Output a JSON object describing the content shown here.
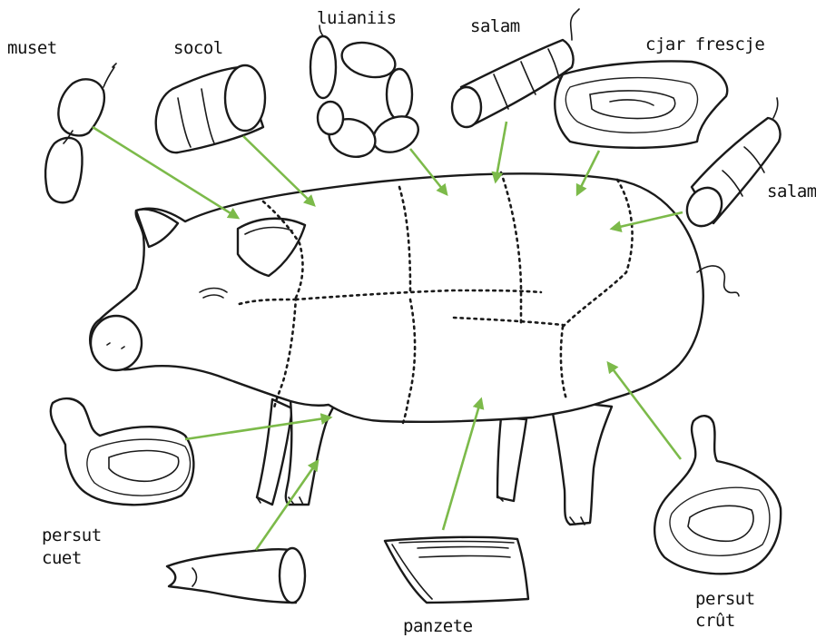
{
  "labels": {
    "muset": "muset",
    "socol": "socol",
    "luianiis": "luianiis",
    "salam_top": "salam",
    "cjar_frescje": "cjar frescje",
    "salam_right": "salam",
    "persut_cuet_1": "persut",
    "persut_cuet_2": "cuet",
    "panzete": "panzete",
    "persut_crut_1": "persut",
    "persut_crut_2": "crût"
  },
  "colors": {
    "arrow": "#7cba4a",
    "ink": "#1a1a1a",
    "background": "#ffffff"
  }
}
